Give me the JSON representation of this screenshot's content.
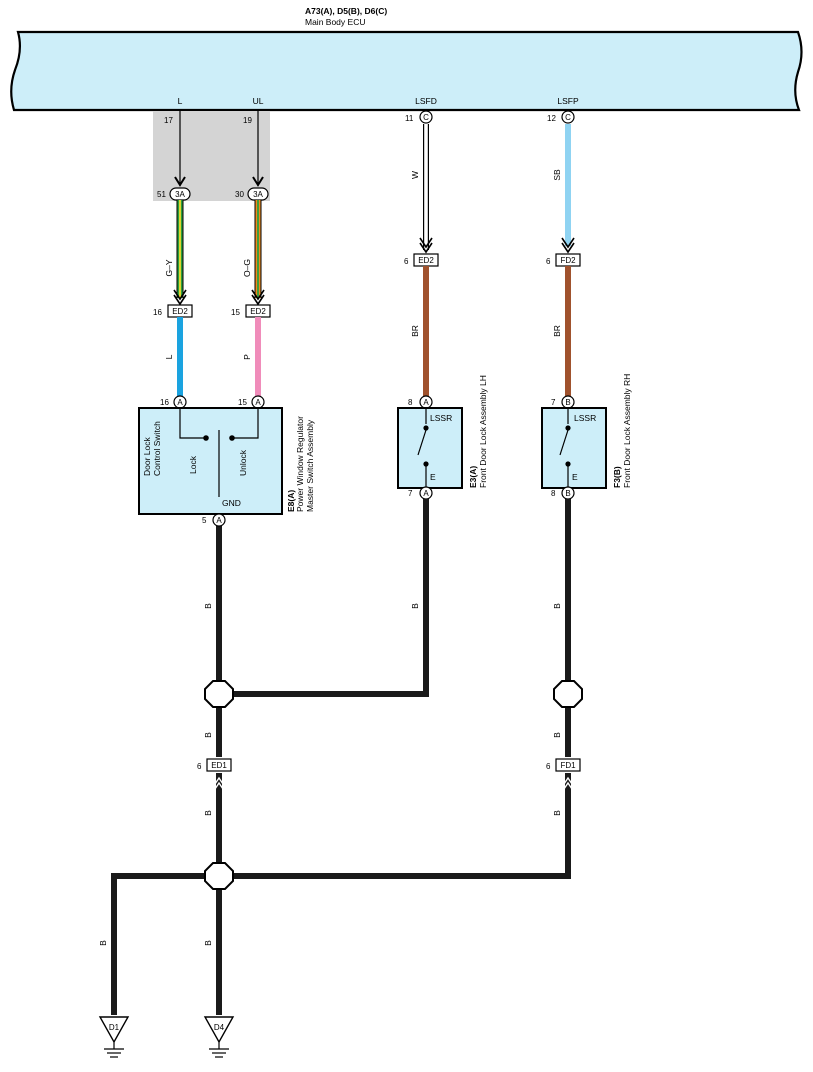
{
  "ecu": {
    "code": "A73(A), D5(B), D6(C)",
    "name": "Main Body ECU",
    "fill": "#cdeef9"
  },
  "ecu_pins": [
    {
      "signal": "L",
      "pin": "17"
    },
    {
      "signal": "UL",
      "pin": "19"
    },
    {
      "signal": "LSFD",
      "pin": "11",
      "connector": "C"
    },
    {
      "signal": "LSFP",
      "pin": "12",
      "connector": "C"
    }
  ],
  "junction_3a": [
    {
      "pin": "51",
      "label": "3A"
    },
    {
      "pin": "30",
      "label": "3A"
    }
  ],
  "wires": {
    "l_upper": "G–Y",
    "ul_upper": "O–G",
    "l_lower": "L",
    "ul_lower": "P",
    "lsfd": "W",
    "lsfp": "SB",
    "lh_br": "BR",
    "rh_br": "BR",
    "gnd_switch": "B",
    "gnd_lh": "B",
    "gnd_rh": "B",
    "gnd_ed1_above": "B",
    "gnd_ed1_below": "B",
    "gnd_d1": "B",
    "gnd_d4": "B"
  },
  "connectors": {
    "ed2_l": {
      "pin": "16",
      "name": "ED2"
    },
    "ed2_ul": {
      "pin": "15",
      "name": "ED2"
    },
    "ed2_lsfd": {
      "pin": "6",
      "name": "ED2"
    },
    "fd2_lsfp": {
      "pin": "6",
      "name": "FD2"
    },
    "ed1": {
      "pin": "6",
      "name": "ED1"
    },
    "fd1": {
      "pin": "6",
      "name": "FD1"
    }
  },
  "master_switch": {
    "pin_l": "16",
    "pin_l_conn": "A",
    "pin_ul": "15",
    "pin_ul_conn": "A",
    "pin_gnd": "5",
    "pin_gnd_conn": "A",
    "title_line1": "Door Lock",
    "title_line2": "Control Switch",
    "lock": "Lock",
    "unlock": "Unlock",
    "gnd": "GND",
    "code": "E8(A)",
    "name_line1": "Power Window Regulator",
    "name_line2": "Master Switch Assembly"
  },
  "lock_lh": {
    "pin_top": "8",
    "pin_top_conn": "A",
    "pin_bottom": "7",
    "pin_bottom_conn": "A",
    "lssr": "LSSR",
    "e": "E",
    "code": "E3(A)",
    "name": "Front Door Lock Assembly LH"
  },
  "lock_rh": {
    "pin_top": "7",
    "pin_top_conn": "B",
    "pin_bottom": "8",
    "pin_bottom_conn": "B",
    "lssr": "LSSR",
    "e": "E",
    "code": "F3(B)",
    "name": "Front Door Lock Assembly RH"
  },
  "grounds": [
    "D1",
    "D4"
  ],
  "colors": {
    "ecu_fill": "#cdeef9",
    "component_fill": "#cdeef9",
    "shade": "#d4d4d4",
    "wire_L": "#1aa3e0",
    "wire_P": "#f08cba",
    "wire_BR": "#a0522d",
    "wire_SB": "#8fd3f2",
    "wire_B": "#1a1a1a",
    "wire_G": "#2e9e3e",
    "wire_Y": "#f2dd2e",
    "wire_O": "#f08a1e"
  }
}
